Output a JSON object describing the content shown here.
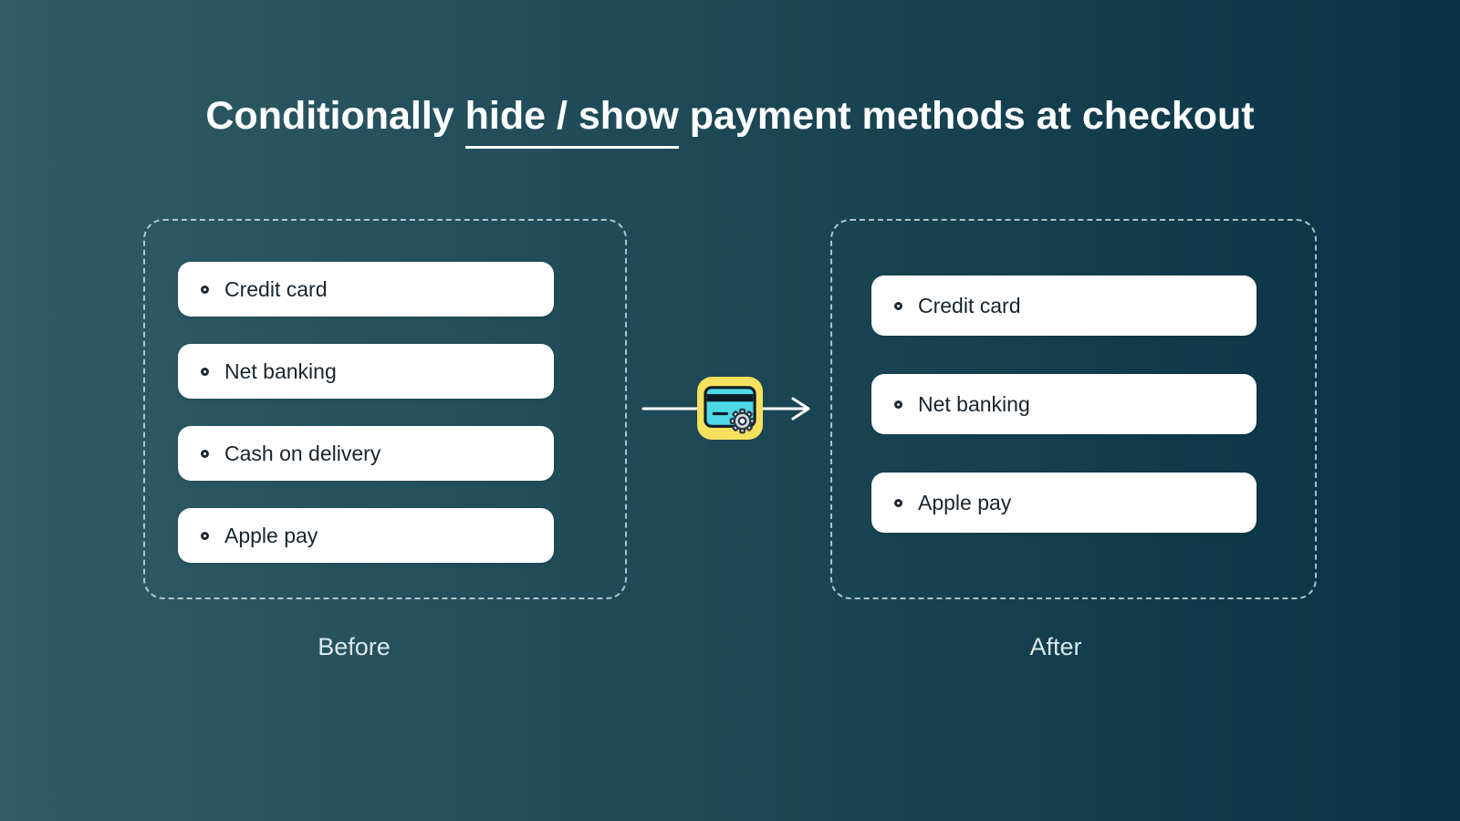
{
  "title": {
    "prefix": "Conditionally ",
    "highlight": "hide / show",
    "suffix": " payment methods at checkout"
  },
  "panels": {
    "before": {
      "label": "Before",
      "items": [
        "Credit card",
        "Net banking",
        "Cash on delivery",
        "Apple pay"
      ]
    },
    "after": {
      "label": "After",
      "items": [
        "Credit card",
        "Net banking",
        "Apple pay"
      ]
    }
  },
  "icons": {
    "transform": "credit-card-with-gear-icon",
    "option_marker": "radio-circle-icon",
    "flow": "right-arrow-icon"
  },
  "colors": {
    "background_left": "#305C66",
    "background_right": "#083345",
    "row_background": "#FFFFFF",
    "row_text": "#18242E",
    "icon_background": "#F6E05E",
    "card_fill": "#4DD8E5",
    "card_stroke": "#0D1B26",
    "gear_fill": "#D3DBE2",
    "arrow": "#FFFFFF",
    "caption_text": "#DDE8EB",
    "title_text": "#FFFFFF"
  }
}
